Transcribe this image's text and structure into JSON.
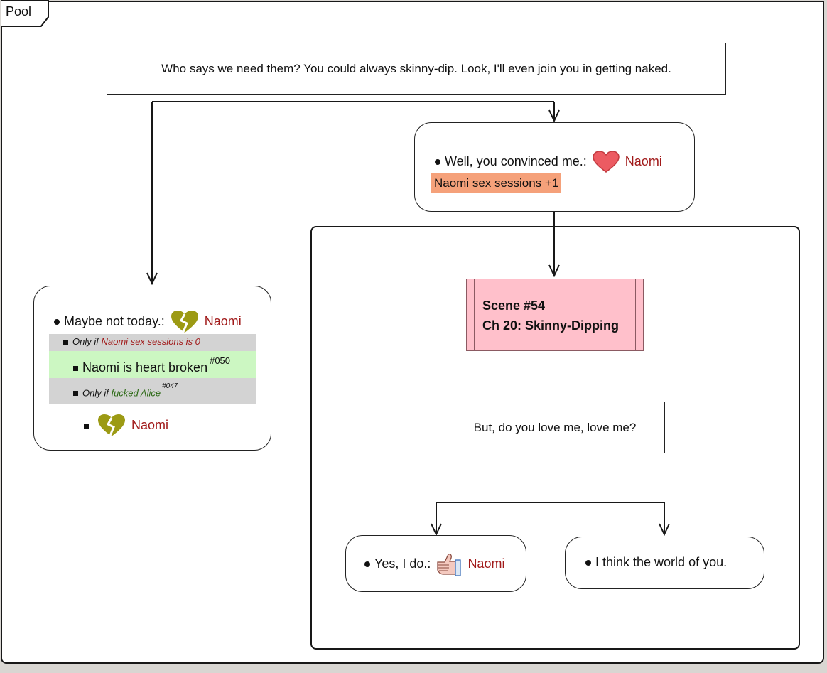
{
  "pool": {
    "label": "Pool"
  },
  "prompt": {
    "text": "Who says we need them? You could always skinny-dip. Look, I'll even join you in getting naked."
  },
  "choice_convinced": {
    "label": "Well, you convinced me.:",
    "character": "Naomi",
    "effect": "Naomi sex sessions +1",
    "icon": "heart-icon"
  },
  "choice_not_today": {
    "label": "Maybe not today.:",
    "character": "Naomi",
    "icon": "broken-heart-icon",
    "condition1_prefix": "Only if",
    "condition1_value": "Naomi sex sessions is 0",
    "heart_broken": "Naomi is heart broken",
    "heart_broken_ref": "#050",
    "condition2_prefix": "Only if",
    "condition2_value": "fucked Alice",
    "condition2_ref": "#047",
    "result_character": "Naomi"
  },
  "scene": {
    "number": "Scene #54",
    "title": "Ch 20: Skinny-Dipping"
  },
  "question": {
    "text": "But, do you love me, love me?"
  },
  "choice_yes": {
    "label": "Yes, I do.:",
    "character": "Naomi",
    "icon": "thumbs-up-icon"
  },
  "choice_world": {
    "label": "I think the world of you."
  },
  "colors": {
    "effect_bg": "#f5a17a",
    "scene_bg": "#ffc0cb",
    "condition_bg": "#d3d3d3",
    "highlight_bg": "#ccf7c2",
    "character": "#a11a1a",
    "condition_value": "#2d6a16"
  }
}
